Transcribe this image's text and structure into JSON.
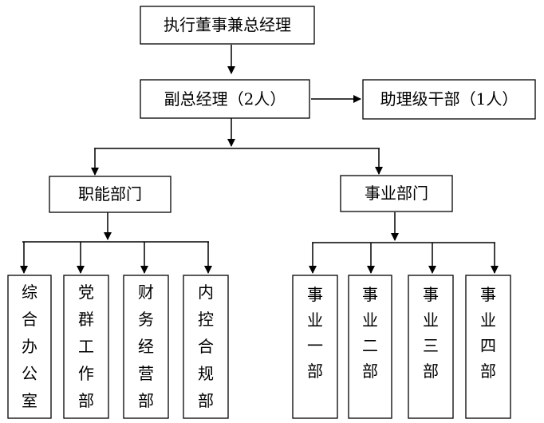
{
  "nodes": {
    "ceo": "执行董事兼总经理",
    "vgm": "副总经理（2人）",
    "assistant": "助理级干部（1人）",
    "functional": "职能部门",
    "business": "事业部门"
  },
  "functional_units": [
    [
      "综",
      "合",
      "办",
      "公",
      "室"
    ],
    [
      "党",
      "群",
      "工",
      "作",
      "部"
    ],
    [
      "财",
      "务",
      "经",
      "营",
      "部"
    ],
    [
      "内",
      "控",
      "合",
      "规",
      "部"
    ]
  ],
  "business_units": [
    [
      "事",
      "业",
      "一",
      "部"
    ],
    [
      "事",
      "业",
      "二",
      "部"
    ],
    [
      "事",
      "业",
      "三",
      "部"
    ],
    [
      "事",
      "业",
      "四",
      "部"
    ]
  ]
}
